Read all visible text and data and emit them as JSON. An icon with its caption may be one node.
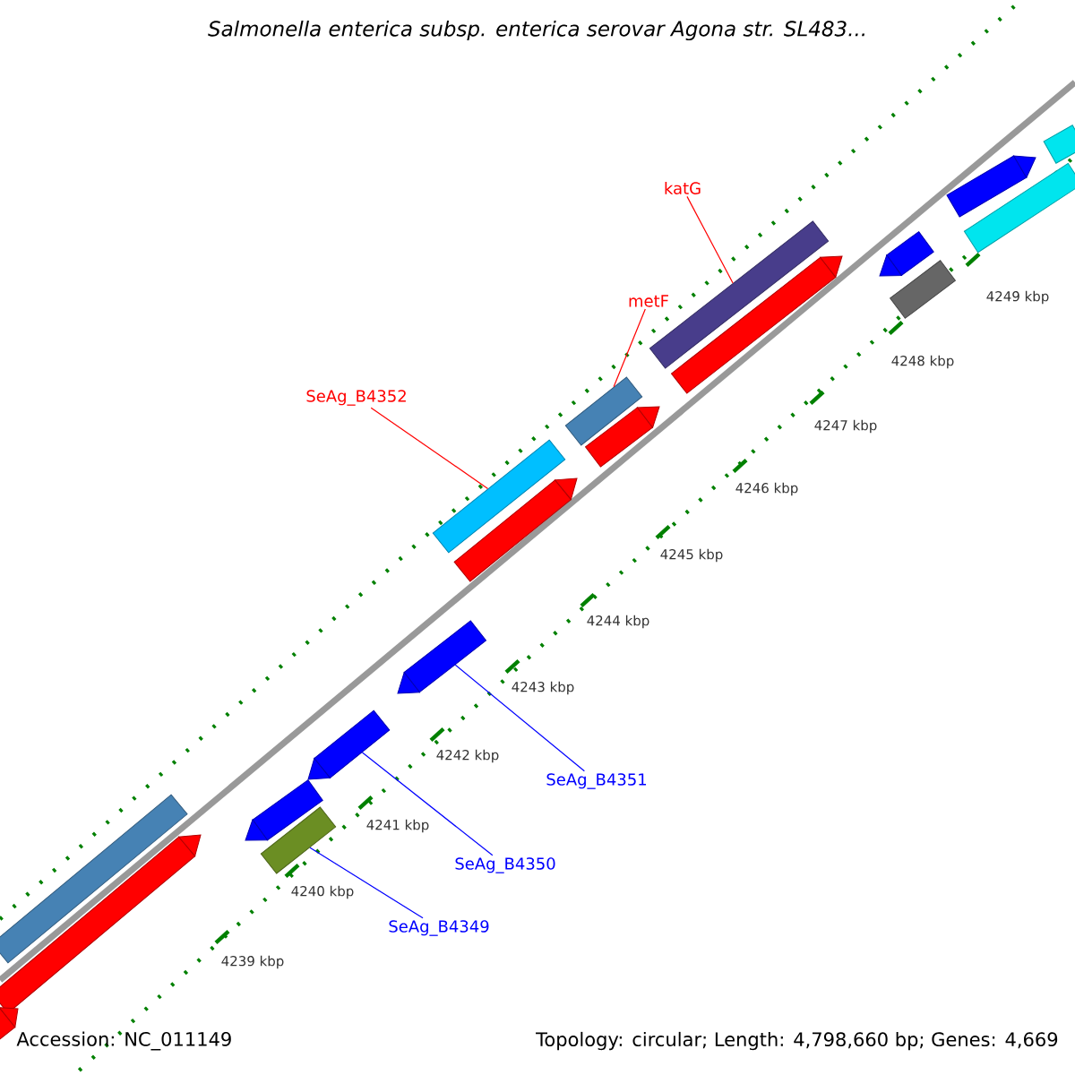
{
  "diagram": {
    "title": "Salmonella enterica subsp. enterica serovar Agona str. SL483...",
    "nodes": [
      {
        "text": [
          "katG"
        ]
      },
      {
        "text": [],
        "shape": "bar"
      },
      {
        "text": [
          "metF"
        ]
      },
      {
        "text": [],
        "shape": "bar"
      },
      {
        "text": [
          "SeAg_B4352"
        ]
      },
      {
        "text": [],
        "shape": "bar"
      },
      {
        "text": [
          "SeAg_B4351"
        ]
      },
      {
        "text": [],
        "shape": "bar"
      },
      {
        "text": [
          "SeAg_B4350"
        ]
      },
      {
        "text": [],
        "shape": "bar"
      },
      {
        "text": [
          "SeAg_B4349"
        ]
      },
      {
        "text": [],
        "shape": "bar"
      },
      {
        "text": [],
        "shape": "bar"
      },
      {
        "text": [],
        "shape": "bar"
      },
      {
        "text": [],
        "shape": "bar"
      },
      {
        "text": [],
        "shape": "bar"
      },
      {
        "text": [],
        "shape": "bar"
      },
      {
        "text": [],
        "shape": "bar"
      },
      {
        "text": [],
        "shape": "bar"
      },
      {
        "text": [],
        "shape": "bar"
      },
      {
        "text": [],
        "shape": "bar"
      },
      {
        "text": [],
        "shape": "bar"
      },
      {
        "text": [],
        "shape": "bar"
      },
      {
        "text": [],
        "shape": "bar"
      }
    ],
    "edges": [
      {
        "from": 0,
        "to": 1,
        "arrow": "none",
        "color": "#ff0000"
      },
      {
        "from": 2,
        "to": 3,
        "arrow": "none",
        "color": "#ff0000"
      },
      {
        "from": 4,
        "to": 5,
        "arrow": "none",
        "color": "#ff0000"
      },
      {
        "from": 6,
        "to": 7,
        "arrow": "none",
        "color": "#0000ff"
      },
      {
        "from": 8,
        "to": 9,
        "arrow": "none",
        "color": "#0000ff"
      },
      {
        "from": 10,
        "to": 11,
        "arrow": "none",
        "color": "#0000ff"
      }
    ],
    "labels": [
      "4249 kbp",
      "4248 kbp",
      "4247 kbp",
      "4246 kbp",
      "4245 kbp",
      "4244 kbp",
      "4243 kbp",
      "4242 kbp",
      "4241 kbp",
      "4240 kbp",
      "4239 kbp",
      "Accession: NC_011149",
      "Topology: circular; Length: 4,798,660 bp; Genes: 4,669"
    ]
  }
}
